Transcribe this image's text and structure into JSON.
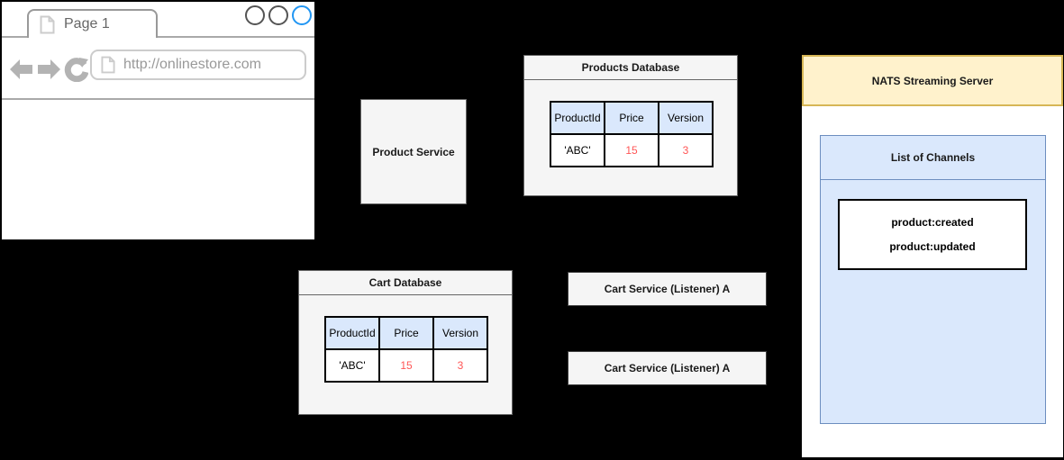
{
  "browser": {
    "tab_label": "Page 1",
    "url": "http://onlinestore.com"
  },
  "product_service": {
    "label": "Product Service"
  },
  "products_database": {
    "title": "Products Database",
    "table": {
      "headers": [
        "ProductId",
        "Price",
        "Version"
      ],
      "row": [
        "'ABC'",
        "15",
        "3"
      ]
    }
  },
  "cart_database": {
    "title": "Cart Database",
    "table": {
      "headers": [
        "ProductId",
        "Price",
        "Version"
      ],
      "row": [
        "'ABC'",
        "15",
        "3"
      ]
    }
  },
  "cart_services": [
    {
      "label": "Cart Service (Listener) A"
    },
    {
      "label": "Cart Service (Listener) A"
    }
  ],
  "nats": {
    "title": "NATS Streaming Server",
    "channels_panel": {
      "title": "List of Channels",
      "channels": [
        "product:created",
        "product:updated"
      ]
    }
  },
  "colors": {
    "background": "#000000",
    "container_fill": "#f5f5f5",
    "container_border": "#666666",
    "table_header_fill": "#dae8fc",
    "table_border": "#000000",
    "highlight_value": "#ff5555",
    "nats_header_fill": "#fff2cc",
    "nats_header_border": "#d6b656",
    "channels_panel_fill": "#dae8fc",
    "channels_panel_border": "#6c8ebf",
    "active_window_control": "#2196f3",
    "inactive_window_control": "#545454",
    "browser_icon_gray": "#b3b3b3"
  }
}
